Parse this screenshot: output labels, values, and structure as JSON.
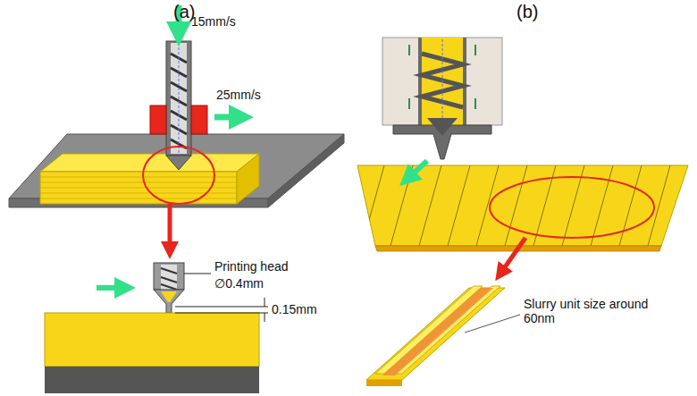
{
  "diagram": {
    "labels": [
      "(a)",
      "(b)",
      "15mm/s",
      "25mm/s",
      "Printing head",
      "∅0.4mm",
      "0.15mm",
      "Slurry unit size around 60nm"
    ]
  }
}
